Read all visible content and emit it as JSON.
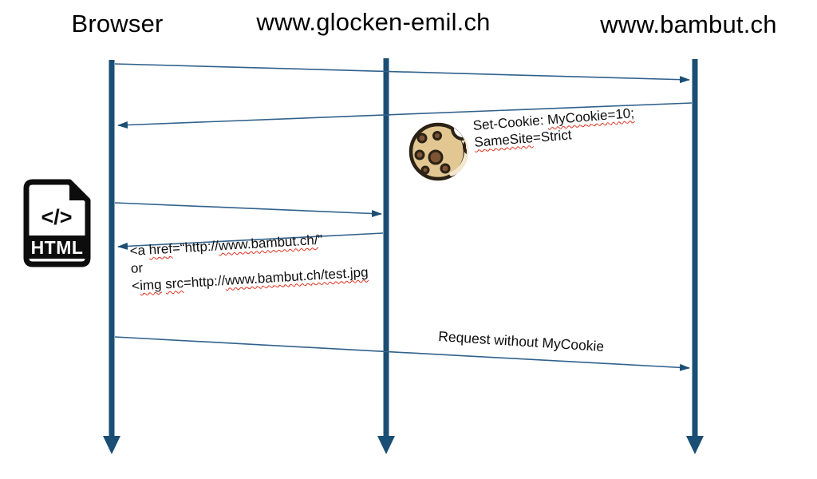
{
  "actors": {
    "browser": "Browser",
    "glocken": "www.glocken-emil.ch",
    "bambut": "www.bambut.ch"
  },
  "cookie_note": {
    "line1_plain": "Set-Cookie: ",
    "line1_flagged": "MyCookie=10;",
    "line2_flagged": "SameSite",
    "line2_plain": "=Strict"
  },
  "html_snippet": {
    "l1_a": "<a ",
    "l1_href": "href",
    "l1_eq": "=“http://",
    "l1_url": "www.bambut.ch/",
    "l1_quote": "”",
    "l2_or": "or",
    "l3_lt": "<",
    "l3_img": "img",
    "l3_sp": " ",
    "l3_src": "src",
    "l3_eq": "=http://",
    "l3_url": "www.bambut.ch/test.jpg"
  },
  "labels": {
    "request_without_cookie": "Request without MyCookie"
  },
  "icons": {
    "html_file_glyph": "</>",
    "html_file_label": "HTML",
    "cookie_icon_name": "cookie-icon",
    "html_icon_name": "html-file-icon"
  },
  "colors": {
    "lifeline_blue": "#1b4e74",
    "message_line_blue": "#30618c",
    "cookie_body_tan": "#e2c792",
    "cookie_chip_brown": "#7d5434",
    "cookie_outline": "#2b2215",
    "spellcheck_red": "#e0301e",
    "icon_black": "#0d0d0d",
    "text_black": "#000000"
  }
}
